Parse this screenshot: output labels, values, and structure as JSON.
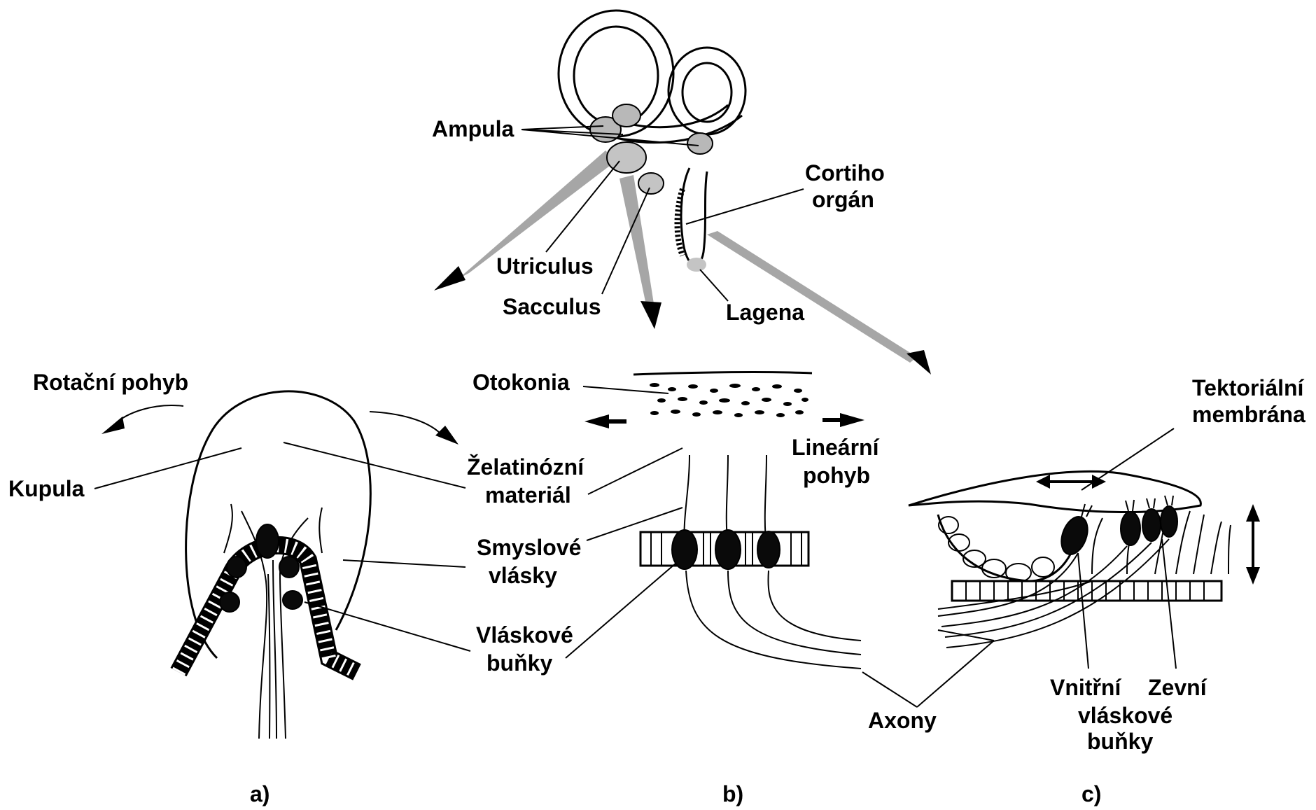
{
  "labels": {
    "ampula": "Ampula",
    "cortiho_1": "Cortiho",
    "cortiho_2": "orgán",
    "utriculus": "Utriculus",
    "sacculus": "Sacculus",
    "lagena": "Lagena",
    "rotacni_pohyb": "Rotační pohyb",
    "kupula": "Kupula",
    "otokonia": "Otokonia",
    "zelatinozni_1": "Želatinózní",
    "zelatinozni_2": "materiál",
    "linearni_1": "Lineární",
    "linearni_2": "pohyb",
    "smyslove_1": "Smyslové",
    "smyslove_2": "vlásky",
    "vlaskove_1": "Vláskové",
    "vlaskove_2": "buňky",
    "tektorialni_1": "Tektoriální",
    "tektorialni_2": "membrána",
    "axony": "Axony",
    "vnitrni": "Vnitřní",
    "zevni": "Zevní",
    "vlaskove_c": "vláskové",
    "bunky_c": "buňky"
  },
  "captions": {
    "a": "a)",
    "b": "b)",
    "c": "c)"
  },
  "colors": {
    "ink": "#000000",
    "shade": "#a6a6a6",
    "background": "#ffffff"
  }
}
